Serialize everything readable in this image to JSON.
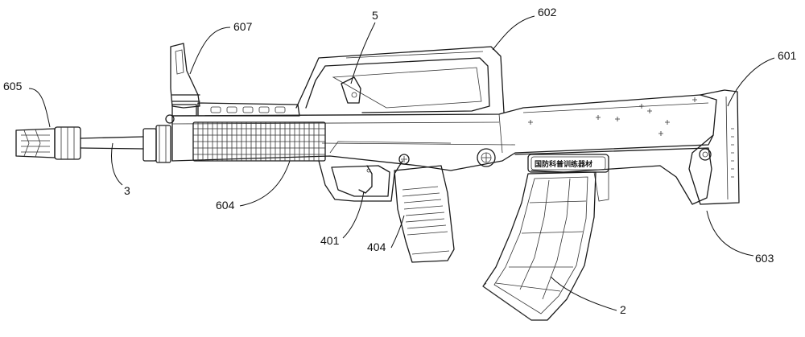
{
  "diagram": {
    "callouts": {
      "c605": "605",
      "c607": "607",
      "c5": "5",
      "c602": "602",
      "c601": "601",
      "c3": "3",
      "c604": "604",
      "c401": "401",
      "c404": "404",
      "c603": "603",
      "c2": "2"
    },
    "nameplate_text": "国防科普训练器材"
  }
}
